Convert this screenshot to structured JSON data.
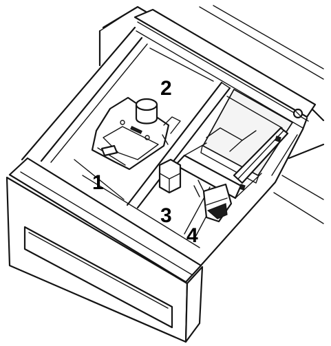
{
  "callouts": {
    "c1": "1",
    "c2": "2",
    "c3": "3",
    "c4": "4"
  },
  "colors": {
    "line": "#141414",
    "background": "#ffffff"
  }
}
